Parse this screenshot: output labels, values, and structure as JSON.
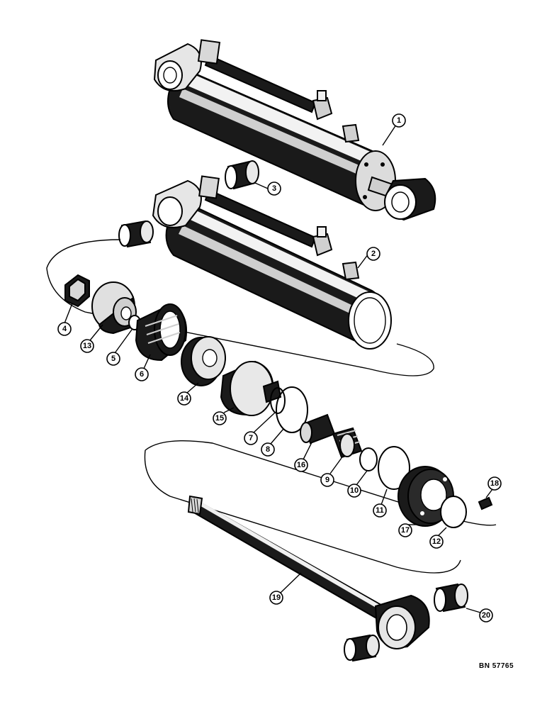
{
  "document_code": "BN 57765",
  "callouts": [
    {
      "id": "callout-1",
      "label": "1"
    },
    {
      "id": "callout-2",
      "label": "2"
    },
    {
      "id": "callout-3",
      "label": "3"
    },
    {
      "id": "callout-4",
      "label": "4"
    },
    {
      "id": "callout-5",
      "label": "5"
    },
    {
      "id": "callout-6",
      "label": "6"
    },
    {
      "id": "callout-7",
      "label": "7"
    },
    {
      "id": "callout-8",
      "label": "8"
    },
    {
      "id": "callout-9",
      "label": "9"
    },
    {
      "id": "callout-10",
      "label": "10"
    },
    {
      "id": "callout-11",
      "label": "11"
    },
    {
      "id": "callout-12",
      "label": "12"
    },
    {
      "id": "callout-13",
      "label": "13"
    },
    {
      "id": "callout-14",
      "label": "14"
    },
    {
      "id": "callout-15",
      "label": "15"
    },
    {
      "id": "callout-16",
      "label": "16"
    },
    {
      "id": "callout-17",
      "label": "17"
    },
    {
      "id": "callout-18",
      "label": "18"
    },
    {
      "id": "callout-19",
      "label": "19"
    },
    {
      "id": "callout-20",
      "label": "20"
    }
  ]
}
